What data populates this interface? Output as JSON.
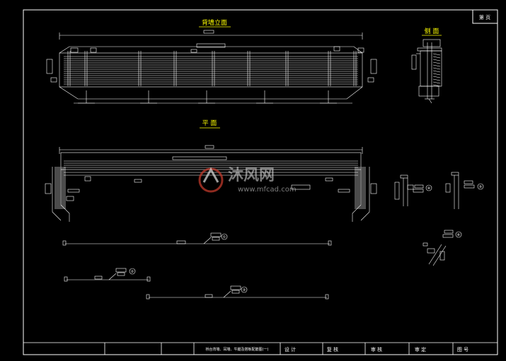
{
  "views": {
    "elevation_title": "背墙立面",
    "side_title": "侧 面",
    "plan_title": "平 面"
  },
  "callouts": {
    "mark1": "①",
    "mark2": "②",
    "mark3": "③",
    "mark4": "④",
    "mark5": "⑤",
    "mark6": "⑥"
  },
  "title_block": {
    "drawing_name": "桥台背墙、耳墙、牛腿及搭板配筋图(一)",
    "design": "设 计",
    "check": "复 核",
    "review": "审 核",
    "approve": "审 定",
    "drawing_no": "图 号",
    "sheet": "第  页"
  },
  "watermark": {
    "brand": "沐风网",
    "url": "www.mfcad.com"
  },
  "colors": {
    "background": "#000000",
    "lines": "#ffffff",
    "titles": "#ffff00",
    "watermark_red": "#c0392b"
  }
}
